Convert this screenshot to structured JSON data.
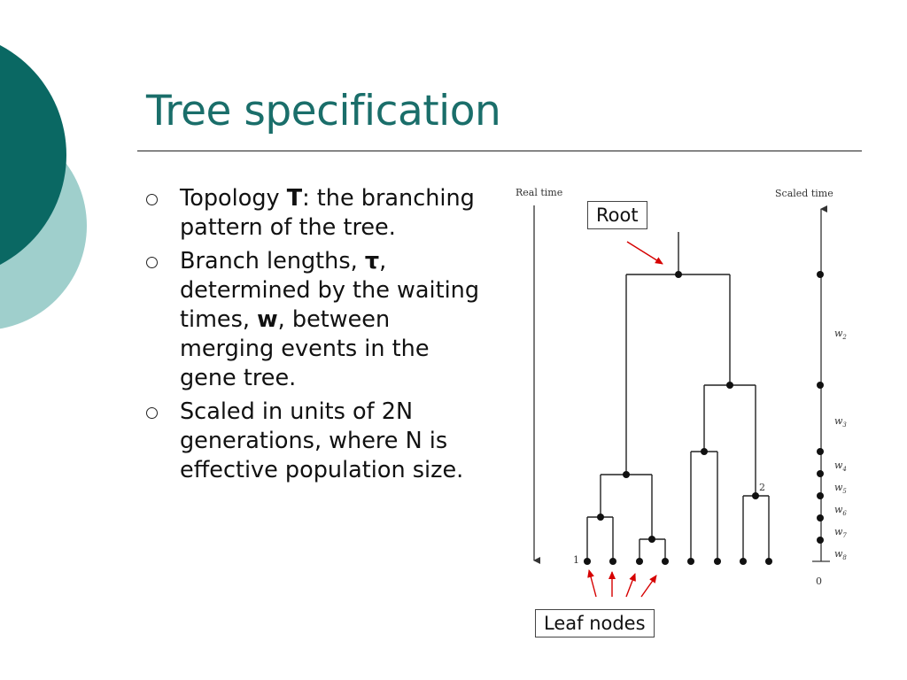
{
  "slide": {
    "title": "Tree specification",
    "accent_colors": {
      "dark_teal": "#0a6863",
      "light_teal": "#9fcfcc",
      "title": "#1a6e6a"
    }
  },
  "bullets": [
    {
      "pre": "Topology ",
      "bold": "T",
      "post": ": the branching pattern of the tree."
    },
    {
      "pre": "Branch lengths, ",
      "bold": "τ",
      "post": ", determined by the waiting times, ",
      "bold2": "w",
      "post2": ", between merging events in the gene tree."
    },
    {
      "pre": "Scaled in units of 2N generations, where N is effective population size."
    }
  ],
  "diagram": {
    "real_time_label": "Real time",
    "scaled_time_label": "Scaled time",
    "root_callout": "Root",
    "leaf_callout": "Leaf nodes",
    "leaf_label_1": "1",
    "node_label_2": "2",
    "zero_label": "0",
    "waiting_times": [
      {
        "sym": "w",
        "sub": "2"
      },
      {
        "sym": "w",
        "sub": "3"
      },
      {
        "sym": "w",
        "sub": "4"
      },
      {
        "sym": "w",
        "sub": "5"
      },
      {
        "sym": "w",
        "sub": "6"
      },
      {
        "sym": "w",
        "sub": "7"
      },
      {
        "sym": "w",
        "sub": "8"
      }
    ]
  }
}
